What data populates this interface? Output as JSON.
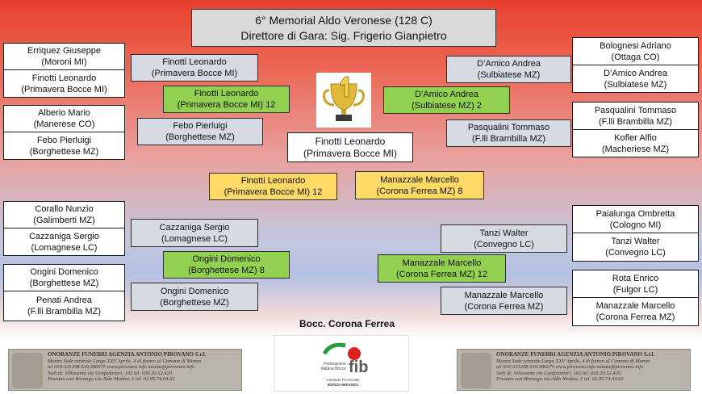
{
  "header": {
    "title": "6° Memorial Aldo Veronese (128 C)",
    "director": "Direttore di Gara: Sig. Frigerio Gianpietro"
  },
  "bracket": {
    "left_round1": [
      {
        "name": "Erriquez Giuseppe",
        "club": "(Moroni MI)"
      },
      {
        "name": "Finotti Leonardo",
        "club": "(Primavera Bocce MI)"
      },
      {
        "name": "Alberio Mario",
        "club": "(Manerese CO)"
      },
      {
        "name": "Febo Pierluigi",
        "club": "(Borghettese MZ)"
      },
      {
        "name": "Corallo Nunzio",
        "club": "(Galimberti MZ)"
      },
      {
        "name": "Cazzaniga Sergio",
        "club": "(Lomagnese LC)"
      },
      {
        "name": "Ongini Domenico",
        "club": "(Borghettese MZ)"
      },
      {
        "name": "Penati Andrea",
        "club": "(F.lli Brambilla MZ)"
      }
    ],
    "left_round2": [
      {
        "name": "Finotti Leonardo",
        "club": "(Primavera Bocce MI)"
      },
      {
        "name": "Febo Pierluigi",
        "club": "(Borghettese MZ)"
      },
      {
        "name": "Cazzaniga Sergio",
        "club": "(Lomagnese LC)"
      },
      {
        "name": "Ongini Domenico",
        "club": "(Borghettese MZ)"
      }
    ],
    "left_semis": [
      {
        "name": "Finotti Leonardo",
        "club": "(Primavera Bocce MI)  12"
      },
      {
        "name": "Ongini Domenico",
        "club": "(Borghettese MZ)  8"
      }
    ],
    "right_round1": [
      {
        "name": "Bolognesi Adriano",
        "club": "(Ottaga CO)"
      },
      {
        "name": "D’Amico Andrea",
        "club": "(Sulbiatese MZ)"
      },
      {
        "name": "Pasqualini Tommaso",
        "club": "(F.lli Brambilla MZ)"
      },
      {
        "name": "Kofler Alfio",
        "club": "(Macheriese MZ)"
      },
      {
        "name": "Paialunga Ombretta",
        "club": "(Cologno MI)"
      },
      {
        "name": "Tanzi Walter",
        "club": "(Convegno LC)"
      },
      {
        "name": "Rota Enrico",
        "club": "(Fulgor LC)"
      },
      {
        "name": "Manazzale Marcello",
        "club": "(Corona Ferrea MZ)"
      }
    ],
    "right_round2": [
      {
        "name": "D’Amico Andrea",
        "club": "(Sulbiatese MZ)"
      },
      {
        "name": "Pasqualini Tommaso",
        "club": "(F.lli Brambilla MZ)"
      },
      {
        "name": "Tanzi Walter",
        "club": "(Convegno LC)"
      },
      {
        "name": "Manazzale Marcello",
        "club": "(Corona Ferrea MZ)"
      }
    ],
    "right_semis": [
      {
        "name": "D’Amico Andrea",
        "club": "(Sulbiatese MZ)  2"
      },
      {
        "name": "Manazzale Marcello",
        "club": "(Corona Ferrea MZ)  12"
      }
    ],
    "final": [
      {
        "name": "Finotti Leonardo",
        "club": "(Primavera Bocce MI)  12"
      },
      {
        "name": "Manazzale Marcello",
        "club": "(Corona Ferrea MZ)  8"
      }
    ],
    "winner": {
      "name": "Finotti Leonardo",
      "club": "(Primavera Bocce MI)"
    }
  },
  "host_club": "Bocc. Corona Ferrea",
  "ads": {
    "left": {
      "title": "ONORANZE FUNEBRI AGENZIA ANTONIO PIROVANO S.r.l.",
      "line1": "Monza Sede centrale Largo XXV Aprile, 4 di fianco al Comune di Monza",
      "line2": "tel 039-321298  039.386075   www.pirovano.info   monza@pirovano.info",
      "line3": "Sedi di: Villasanta via Confalonieri, 102 tel. 039.20.52.420",
      "line4": "Pessano con Bornago via Aldo Modini, 1 tel. 02.95.74.04.62"
    },
    "right": {
      "title": "ONORANZE FUNEBRI AGENZIA ANTONIO PIROVANO S.r.l.",
      "line1": "Monza Sede centrale Largo XXV Aprile, 4 di fianco al Comune di Monza",
      "line2": "tel 039-321298  039.386075   www.pirovano.info   monza@pirovano.info",
      "line3": "Sedi di: Villasanta via Confalonieri, 102 tel. 039.20.52.420",
      "line4": "Pessano con Bornago via Aldo Modini, 1 tel. 02.95.74.04.62"
    }
  },
  "logo": {
    "brand": "fib",
    "caption1": "Federazione",
    "caption2": "Italiana Bocce",
    "caption3": "Comitato Provinciale",
    "caption4": "MONZA-BRIANZA"
  },
  "colors": {
    "winner_green": "#92d050",
    "final_yellow": "#ffd966",
    "loser_gray": "#d6dae3",
    "entry_white": "#ffffff"
  }
}
